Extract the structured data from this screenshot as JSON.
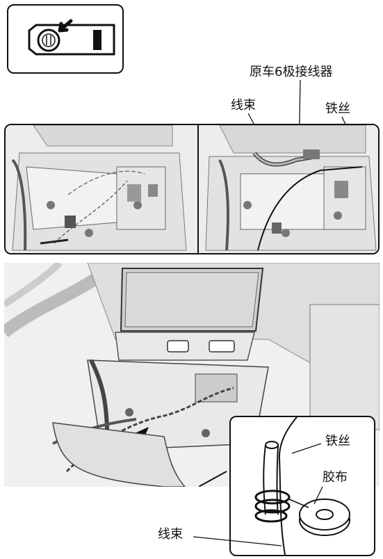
{
  "labels": {
    "connector_6pin": "原车6极接线器",
    "harness_top": "线束",
    "wire_top": "铁丝",
    "wire_detail": "铁丝",
    "tape_detail": "胶布",
    "harness_bottom": "线束"
  },
  "icons": {
    "top_left": "connector-removal-icon"
  },
  "colors": {
    "line": "#111111",
    "panel_bg": "#f4f4f4",
    "part_gray": "#cfcfcf",
    "dark_part": "#2a2a2a"
  }
}
